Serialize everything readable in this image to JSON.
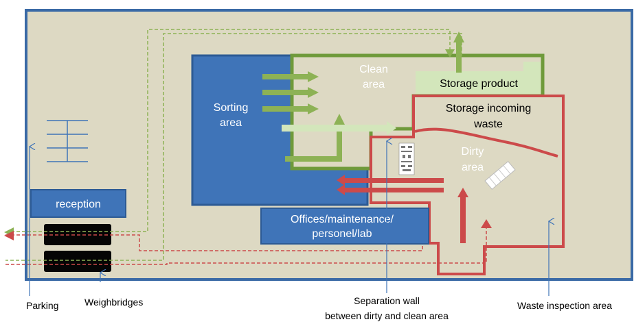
{
  "colors": {
    "site_fill": "#ddd9c3",
    "site_border": "#3a6aa6",
    "blue": "#3f74b8",
    "blue_dark": "#2c5a94",
    "green": "#8db255",
    "green_dark": "#6f9a3b",
    "green_light": "#d3e6bb",
    "red": "#cc4a4a",
    "black": "#050505"
  },
  "labels": {
    "sorting": [
      "Sorting",
      "area"
    ],
    "clean": [
      "Clean",
      "area"
    ],
    "storage_product": "Storage product",
    "storage_incoming": [
      "Storage incoming",
      "waste"
    ],
    "dirty": [
      "Dirty",
      "area"
    ],
    "reception": "reception",
    "offices": [
      "Offices/maintenance/",
      "personel/lab"
    ],
    "parking": "Parking",
    "weighbridges": "Weighbridges",
    "separation_wall": [
      "Separation wall",
      "between dirty and clean area"
    ],
    "waste_inspection": "Waste inspection area"
  }
}
